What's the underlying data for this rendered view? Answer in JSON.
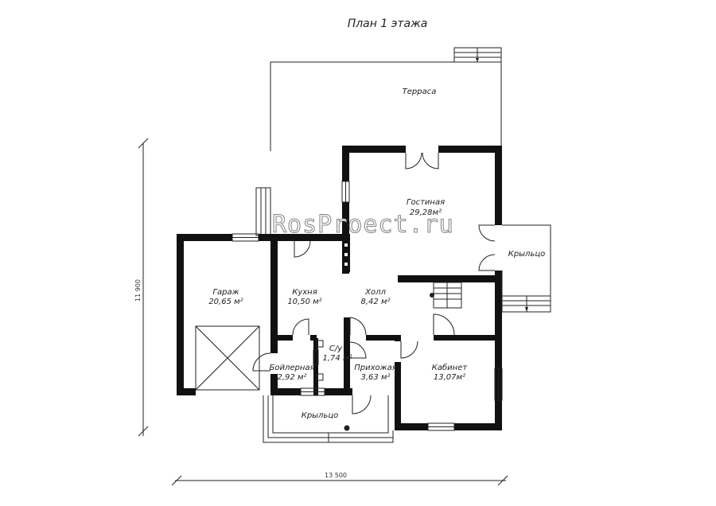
{
  "title": "План 1 этажа",
  "rooms": {
    "terrace": {
      "name": "Терраса"
    },
    "living": {
      "name": "Гостиная",
      "area": "29,28м²"
    },
    "porch_east": {
      "name": "Крыльцо"
    },
    "garage": {
      "name": "Гараж",
      "area": "20,65 м²"
    },
    "kitchen": {
      "name": "Кухня",
      "area": "10,50 м²"
    },
    "hall": {
      "name": "Холл",
      "area": "8,42 м²"
    },
    "wc": {
      "name": "С/у",
      "area": "1,74 м²"
    },
    "boiler": {
      "name": "Бойлерная",
      "area": "2,92 м²"
    },
    "vestibule": {
      "name": "Прихожая",
      "area": "3,63 м²"
    },
    "study": {
      "name": "Кабинет",
      "area": "13,07м²"
    },
    "porch_south": {
      "name": "Крыльцо"
    }
  },
  "dimensions": {
    "width": "13 500",
    "height": "11 900"
  },
  "watermark": "RosProect.ru"
}
